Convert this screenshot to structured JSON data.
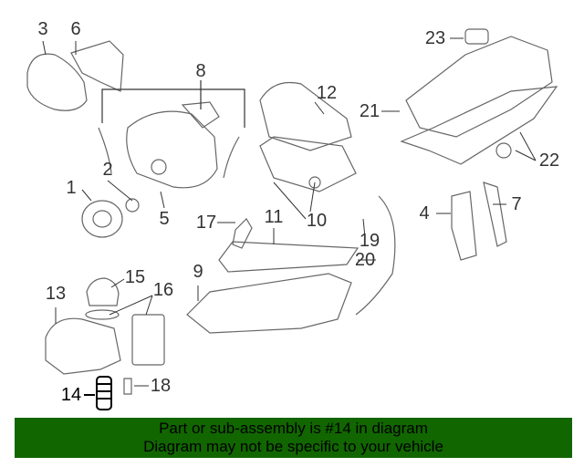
{
  "diagram": {
    "callouts": [
      "1",
      "2",
      "3",
      "4",
      "5",
      "6",
      "7",
      "8",
      "9",
      "10",
      "11",
      "12",
      "13",
      "14",
      "15",
      "16",
      "17",
      "18",
      "19",
      "20",
      "21",
      "22",
      "23"
    ],
    "highlighted": "14",
    "line_color": "#555555",
    "highlight_color": "#000000"
  },
  "banner": {
    "line1": "Part or sub-assembly is #14 in diagram",
    "line2": "Diagram may not be specific to your vehicle",
    "color": "#116600"
  }
}
